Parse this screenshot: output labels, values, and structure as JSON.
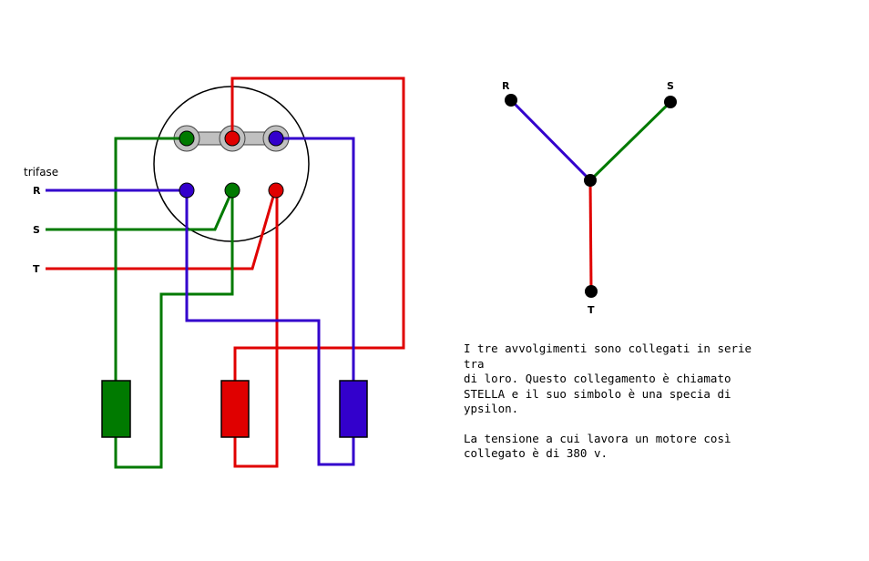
{
  "labels": {
    "trifase": "trifase",
    "r": "R",
    "s": "S",
    "t": "T"
  },
  "star_labels": {
    "r": "R",
    "s": "S",
    "t": "T"
  },
  "caption": {
    "para1": "I tre avvolgimenti sono collegati in serie tra\ndi loro. Questo collegamento è chiamato\nSTELLA e il suo simbolo è una specia di\nypsilon.",
    "para2": "La tensione a cui lavora un motore così\ncollegato è di 380 v."
  },
  "colors": {
    "phase_r": "#3300cc",
    "phase_s": "#007a00",
    "phase_t": "#e00000",
    "terminal_bridge": "#c0c0c0",
    "outline": "#000000"
  }
}
